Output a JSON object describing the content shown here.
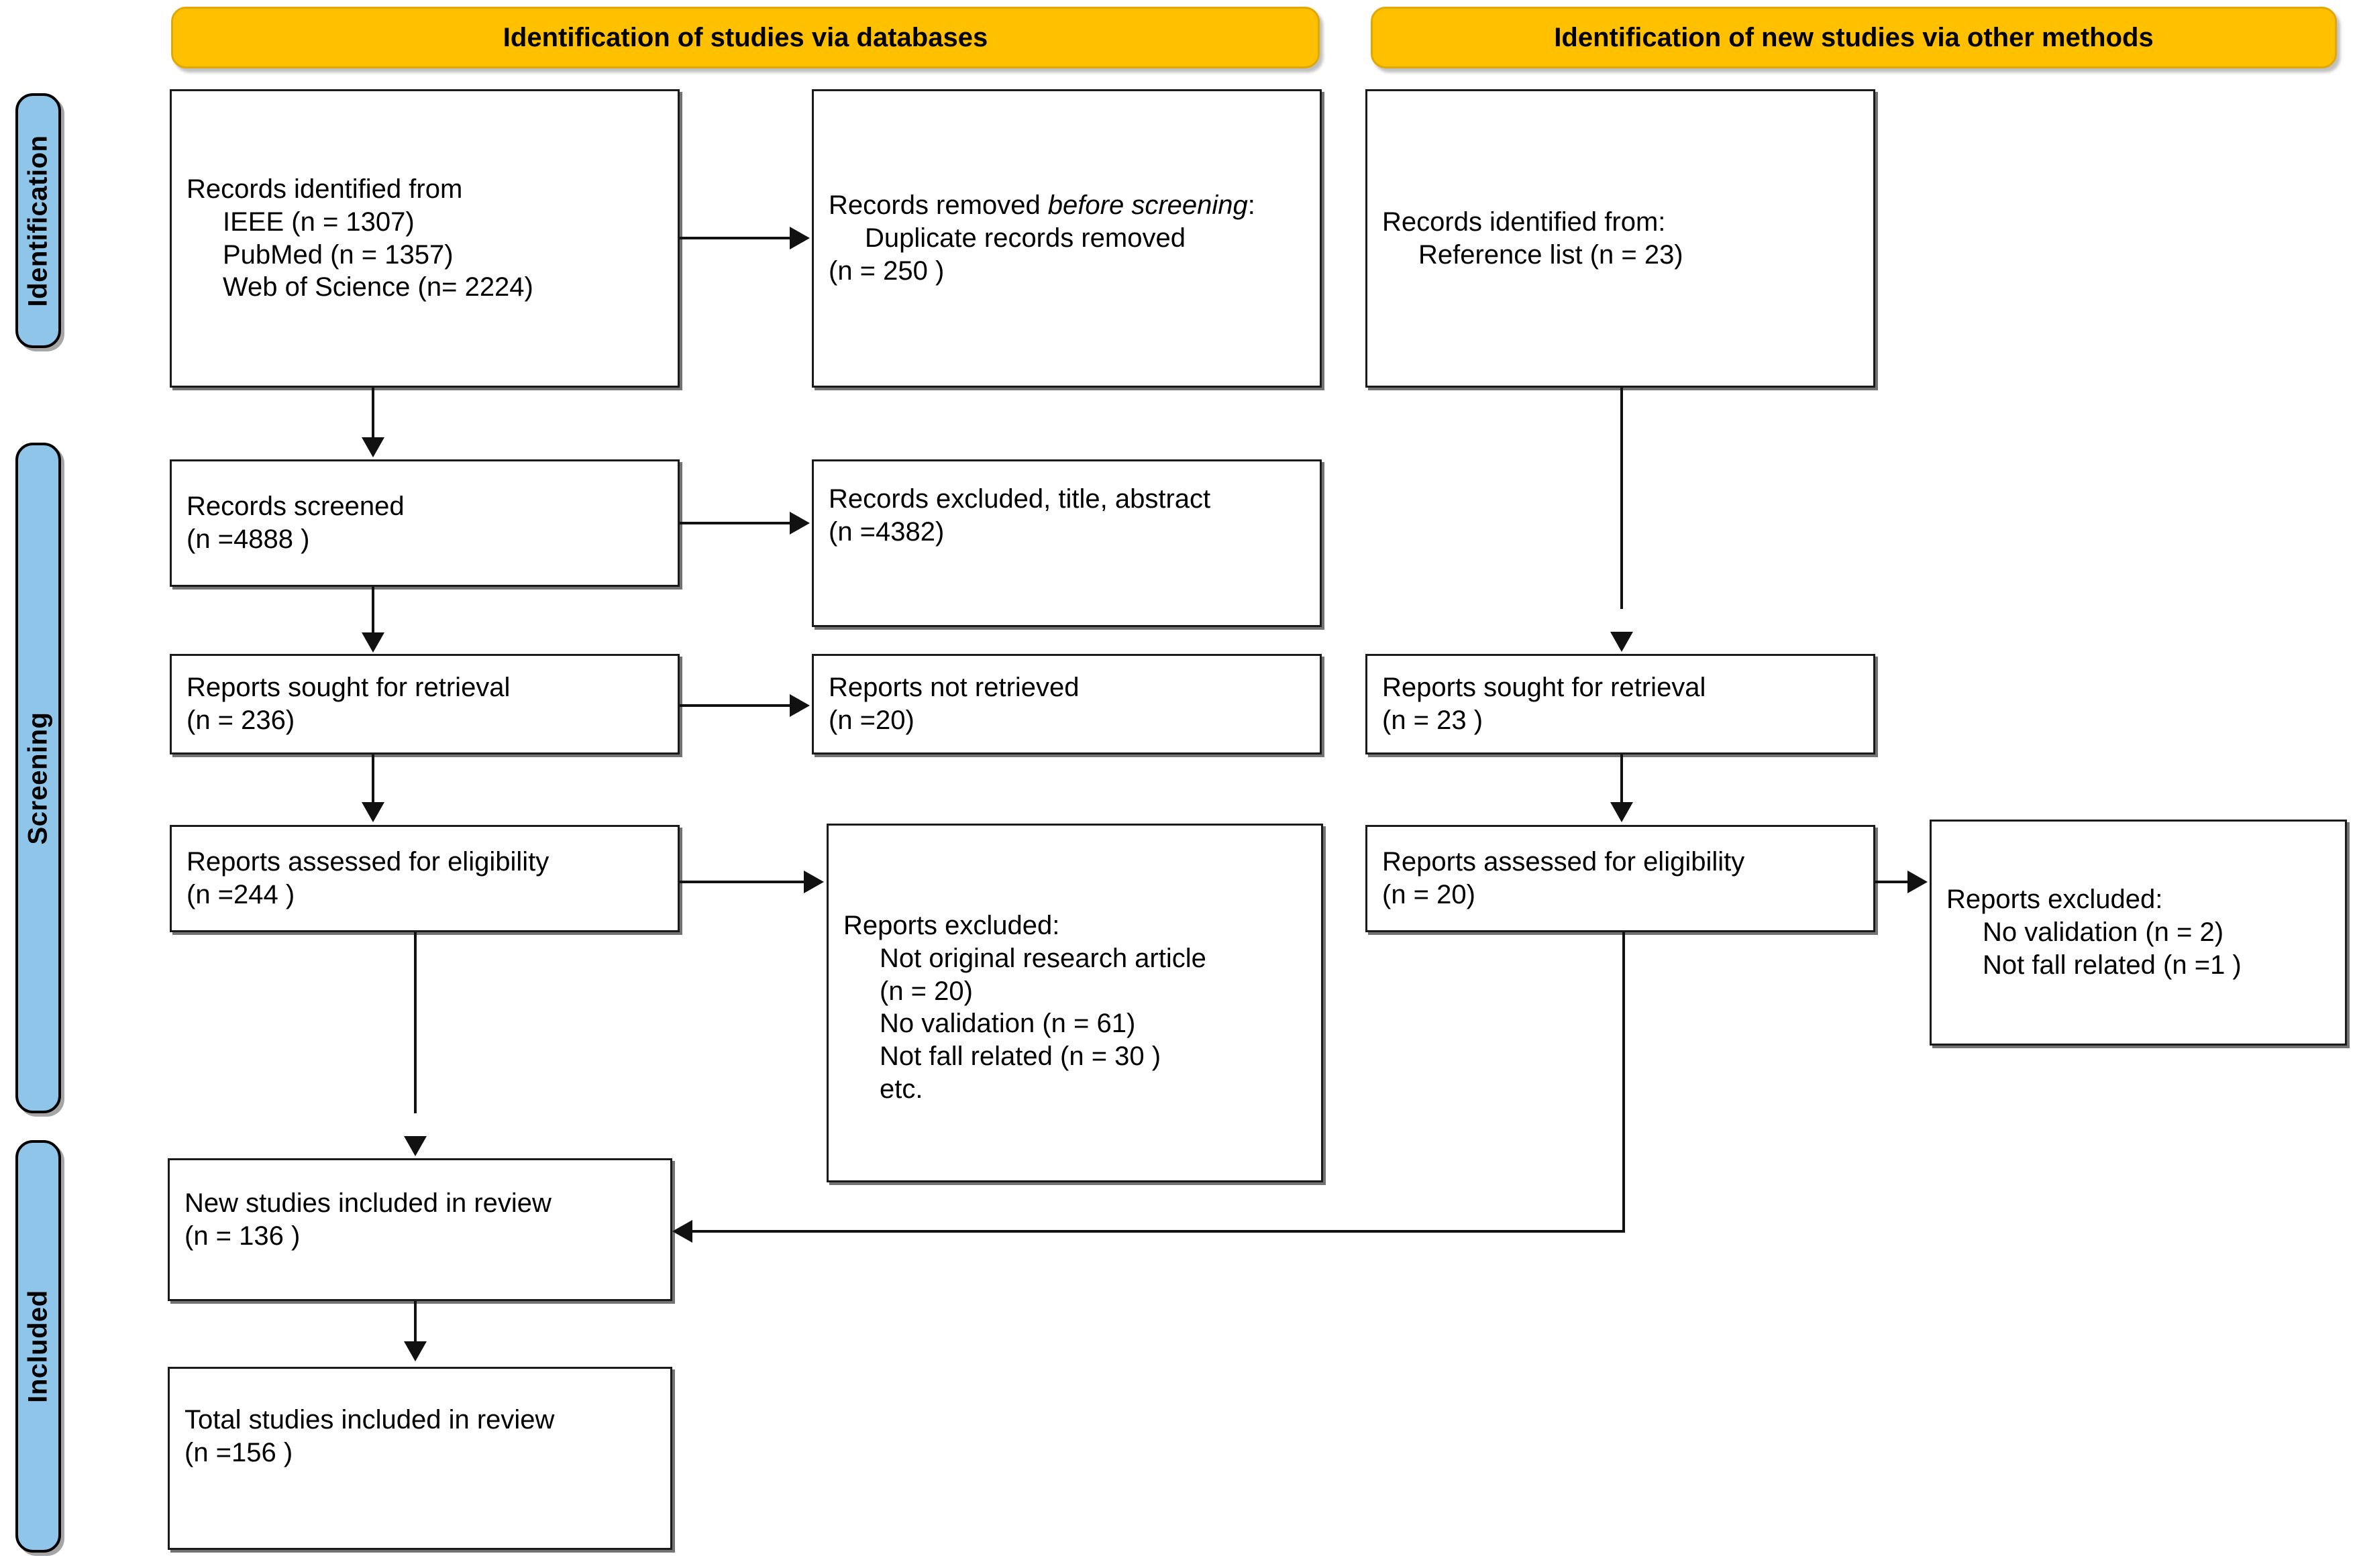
{
  "colors": {
    "stage_fill": "#8FC5E8",
    "header_fill": "#FFC000",
    "box_border": "#1a1a1a",
    "connector": "#111111",
    "background": "#ffffff"
  },
  "stages": [
    {
      "id": "identification",
      "label": "Identification"
    },
    {
      "id": "screening",
      "label": "Screening"
    },
    {
      "id": "included",
      "label": "Included"
    }
  ],
  "headers": [
    {
      "id": "databases",
      "label": "Identification of studies via databases"
    },
    {
      "id": "other-methods",
      "label": "Identification of new studies via other methods"
    }
  ],
  "boxes": {
    "records_identified": {
      "title": "Records identified from",
      "items": [
        "IEEE (n = 1307)",
        "PubMed (n = 1357)",
        "Web of Science (n= 2224)"
      ]
    },
    "records_removed": {
      "title_plain": "Records removed ",
      "title_italic": "before screening",
      "title_suffix": ":",
      "items": [
        "Duplicate records removed"
      ],
      "count": "(n = 250 )"
    },
    "records_identified_other": {
      "title": "Records identified from:",
      "items": [
        "Reference list (n = 23)"
      ]
    },
    "records_screened": {
      "title": "Records screened",
      "count": "(n =4888 )"
    },
    "records_excluded": {
      "title": "Records excluded, title, abstract",
      "count": "(n =4382)"
    },
    "reports_sought": {
      "title": "Reports sought for retrieval",
      "count": "(n = 236)"
    },
    "reports_not_retrieved": {
      "title": "Reports not retrieved",
      "count": "(n =20)"
    },
    "reports_sought_other": {
      "title": "Reports sought for retrieval",
      "count": "(n = 23 )"
    },
    "reports_assessed": {
      "title": "Reports assessed for eligibility",
      "count": "(n =244 )"
    },
    "reports_excluded": {
      "title": "Reports excluded:",
      "items": [
        "Not original research article",
        "(n = 20)",
        "No validation (n = 61)",
        "Not fall related (n = 30 )",
        "etc."
      ]
    },
    "reports_assessed_other": {
      "title": "Reports assessed for eligibility",
      "count": "(n = 20)"
    },
    "reports_excluded_other": {
      "title": "Reports excluded:",
      "items": [
        "No validation (n = 2)",
        "Not fall related (n =1 )"
      ]
    },
    "new_studies": {
      "title": "New studies included in review",
      "count": "(n = 136 )"
    },
    "total_studies": {
      "title": "Total studies included in review",
      "count": "(n =156 )"
    }
  }
}
